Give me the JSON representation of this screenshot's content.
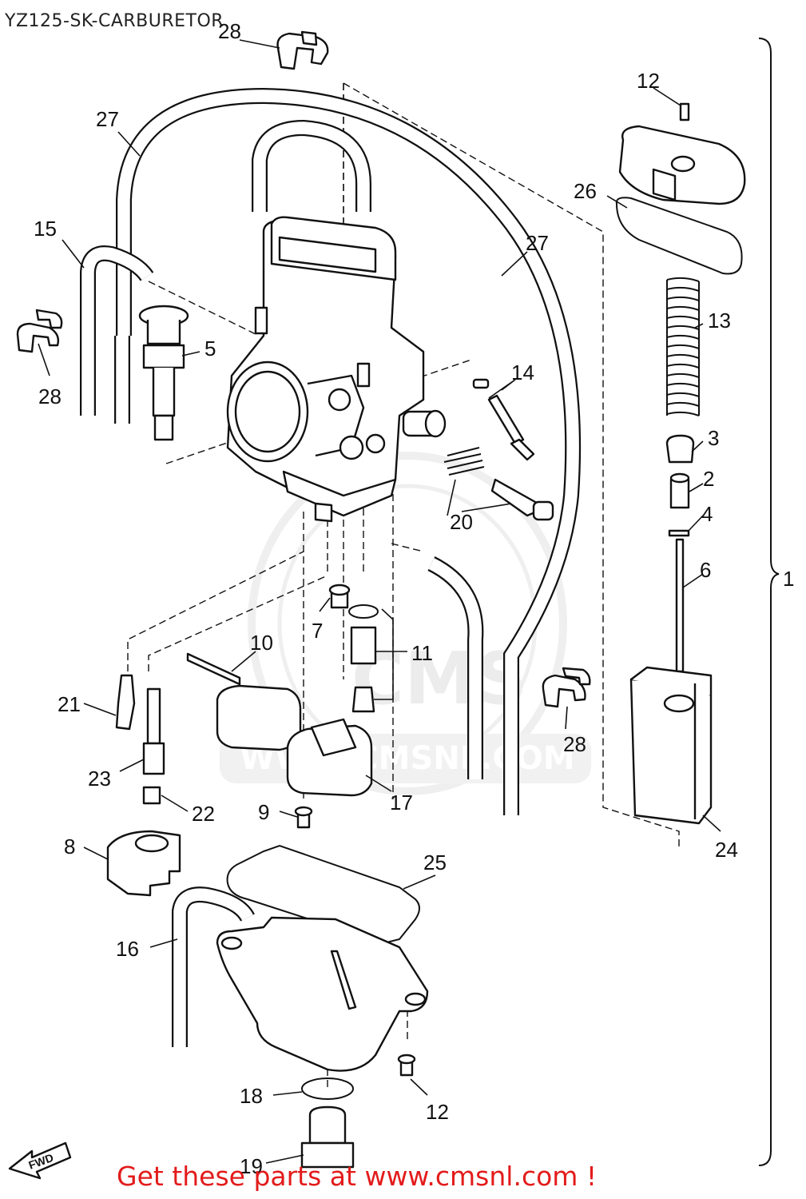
{
  "title": "YZ125-SK-CARBURETOR",
  "footer": "Get these parts at www.cmsnl.com !",
  "watermark": {
    "logo_text": "CMS",
    "url_text": "WWW.CMSNL.COM"
  },
  "fwd_label": "FWD",
  "assembly_label": "1",
  "colors": {
    "footer_text": "#e31b1b",
    "line_art": "#111111",
    "watermark": "#cfcfcf"
  },
  "callouts": [
    "28",
    "27",
    "15",
    "28",
    "5",
    "12",
    "26",
    "13",
    "27",
    "14",
    "3",
    "2",
    "4",
    "6",
    "20",
    "7",
    "10",
    "11",
    "21",
    "23",
    "22",
    "9",
    "17",
    "28",
    "24",
    "8",
    "25",
    "16",
    "18",
    "12",
    "19"
  ]
}
